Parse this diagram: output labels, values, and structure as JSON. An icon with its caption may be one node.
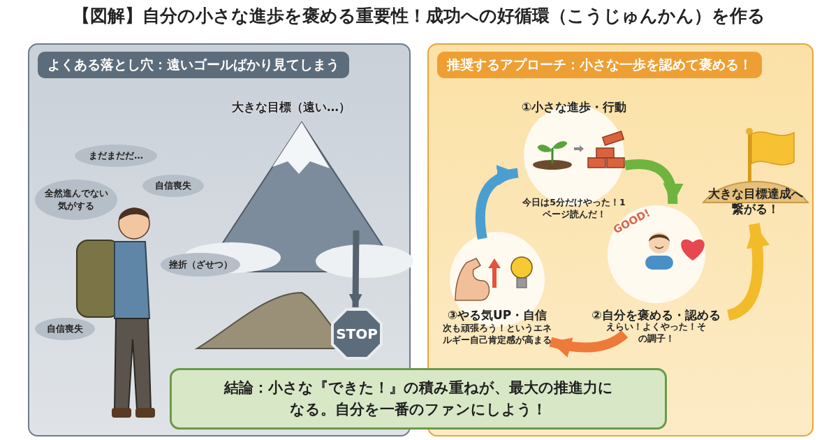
{
  "diagram": {
    "title": "【図解】自分の小さな進歩を褒める重要性！成功への好循環（こうじゅんかん）を作る",
    "nodes": [
      {
        "text": [
          "よくある落とし穴：遠いゴールばかり見てしまう"
        ]
      },
      {
        "text": [
          "まだまだだ…"
        ],
        "in": 0
      },
      {
        "text": [
          "全然進んでない気がする"
        ],
        "in": 0
      },
      {
        "text": [
          "自信喪失"
        ],
        "in": 0
      },
      {
        "text": [
          "挫折（ざせつ）"
        ],
        "in": 0
      },
      {
        "text": [
          "自信喪失"
        ],
        "in": 0
      },
      {
        "text": [
          "STOP"
        ],
        "in": 0
      },
      {
        "text": [
          "推奨するアプローチ：小さな一歩を認めて褒める！"
        ]
      },
      {
        "text": [
          "①小さな進歩・行動",
          "今日は5分だけやった！1ページ読んだ！"
        ],
        "in": 7
      },
      {
        "text": [
          "②自分を褒める・認める",
          "えらい！よくやった！その調子！"
        ],
        "in": 7
      },
      {
        "text": [
          "③やる気UP・自信",
          "次も頑張ろう！というエネルギー自己肯定感が高まる"
        ],
        "in": 7
      },
      {
        "text": [
          "大きな目標達成へ繋がる！"
        ],
        "in": 7
      },
      {
        "text": [
          "結論：小さな『できた！』の積み重ねが、最大の推進力になる。自分を一番のファンにしよう！"
        ]
      }
    ],
    "edges": [
      {
        "from": 8,
        "to": 9,
        "arrow": "to",
        "color": "#6fb43f"
      },
      {
        "from": 9,
        "to": 10,
        "arrow": "to",
        "color": "#ee7a3a"
      },
      {
        "from": 10,
        "to": 8,
        "arrow": "to",
        "color": "#4a9fd0"
      },
      {
        "from": 9,
        "to": 11,
        "arrow": "to",
        "color": "#f2bb2a"
      },
      {
        "from": null,
        "to": 6,
        "arrow": "to",
        "color": "#56636f"
      }
    ],
    "labels": [
      "大きな目標（遠い…）",
      "GOOD!"
    ]
  }
}
